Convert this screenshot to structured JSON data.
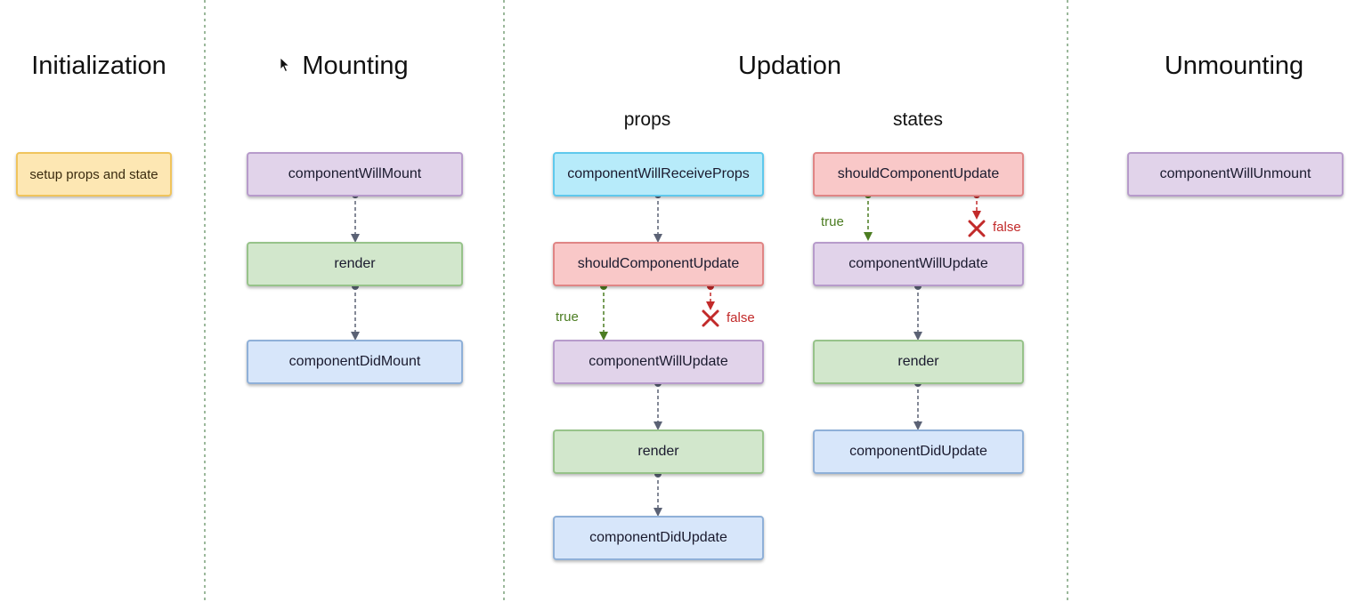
{
  "phases": {
    "initialization": "Initialization",
    "mounting": "Mounting",
    "updation": "Updation",
    "unmounting": "Unmounting"
  },
  "updation_columns": {
    "props": "props",
    "states": "states"
  },
  "initialization": {
    "setup": "setup props and state"
  },
  "mounting": {
    "will_mount": "componentWillMount",
    "render": "render",
    "did_mount": "componentDidMount"
  },
  "props_flow": {
    "will_receive_props": "componentWillReceiveProps",
    "should_update": "shouldComponentUpdate",
    "true_label": "true",
    "false_label": "false",
    "will_update": "componentWillUpdate",
    "render": "render",
    "did_update": "componentDidUpdate"
  },
  "states_flow": {
    "should_update": "shouldComponentUpdate",
    "true_label": "true",
    "false_label": "false",
    "will_update": "componentWillUpdate",
    "render": "render",
    "did_update": "componentDidUpdate"
  },
  "unmounting": {
    "will_unmount": "componentWillUnmount"
  },
  "colors": {
    "yellow": "#fde7b3",
    "purple": "#e1d3ea",
    "green": "#d2e7cc",
    "blue": "#d7e6fa",
    "cyan": "#b7ebfa",
    "red": "#f9c8c8",
    "divider": "#7aa07a",
    "arrow": "#5b6275",
    "true": "#4c7d22",
    "false": "#c22a2a"
  }
}
